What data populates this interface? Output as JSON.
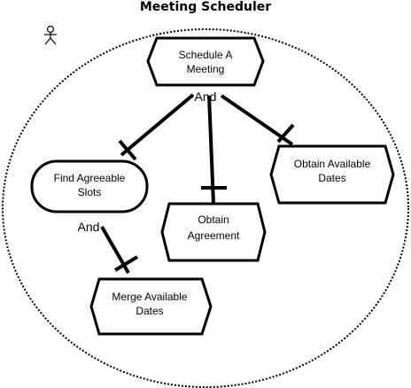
{
  "diagram": {
    "title": "Meeting Scheduler",
    "actor_icon": "actor-icon",
    "nodes": {
      "root": {
        "lines": [
          "Schedule A",
          "Meeting"
        ],
        "shape": "hexagon"
      },
      "find": {
        "lines": [
          "Find Agreeable",
          "Slots"
        ],
        "shape": "rounded"
      },
      "agreement": {
        "lines": [
          "Obtain",
          "Agreement"
        ],
        "shape": "hexagon"
      },
      "available": {
        "lines": [
          "Obtain Available",
          "Dates"
        ],
        "shape": "hexagon"
      },
      "merge": {
        "lines": [
          "Merge Available",
          "Dates"
        ],
        "shape": "hexagon"
      }
    },
    "refinements": [
      {
        "label": "And",
        "from": "root",
        "to": [
          "find",
          "agreement",
          "available"
        ]
      },
      {
        "label": "And",
        "from": "find",
        "to": [
          "merge"
        ]
      }
    ]
  }
}
